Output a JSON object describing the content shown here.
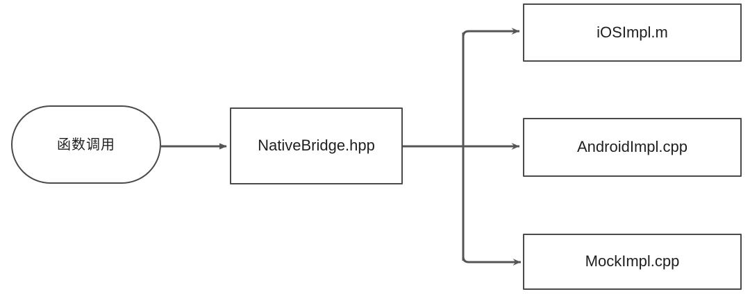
{
  "diagram": {
    "type": "flowchart",
    "direction": "left-to-right",
    "background_color": "#ffffff",
    "node_border_color": "#4a4a4a",
    "edge_color": "#555555",
    "text_color": "#1f1f1f",
    "start_node": {
      "label": "函数调用",
      "shape": "stadium"
    },
    "bridge_node": {
      "label": "NativeBridge.hpp",
      "shape": "rectangle"
    },
    "implementations": [
      {
        "label": "iOSImpl.m",
        "shape": "rectangle"
      },
      {
        "label": "AndroidImpl.cpp",
        "shape": "rectangle"
      },
      {
        "label": "MockImpl.cpp",
        "shape": "rectangle"
      }
    ],
    "edges": [
      {
        "from": "函数调用",
        "to": "NativeBridge.hpp",
        "label": ""
      },
      {
        "from": "NativeBridge.hpp",
        "to": "iOSImpl.m",
        "label": ""
      },
      {
        "from": "NativeBridge.hpp",
        "to": "AndroidImpl.cpp",
        "label": ""
      },
      {
        "from": "NativeBridge.hpp",
        "to": "MockImpl.cpp",
        "label": ""
      }
    ]
  }
}
